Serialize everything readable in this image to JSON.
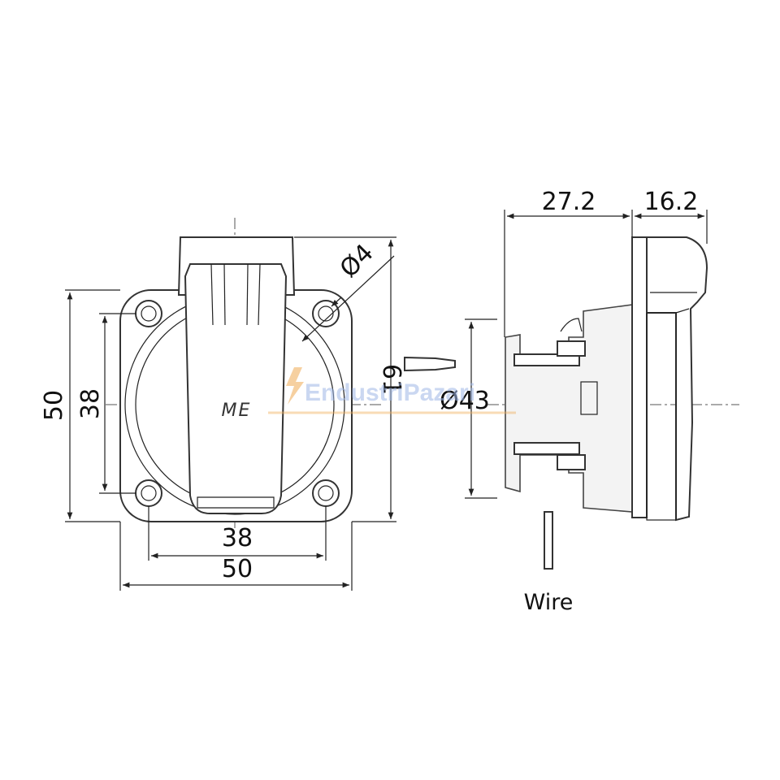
{
  "dimensions": {
    "front_height_outer": "50",
    "front_height_holes": "38",
    "front_width_holes": "38",
    "front_width_outer": "50",
    "overall_height": "61",
    "hole_diameter": "Ø4",
    "side_depth_body": "27.2",
    "side_depth_cover": "16.2",
    "mount_diameter": "Ø43"
  },
  "labels": {
    "wire": "Wire",
    "logo": "ME"
  },
  "watermark": {
    "text": "EndustriPazari"
  },
  "colors": {
    "line": "#222222",
    "background": "#ffffff",
    "watermark": "#9fb8e6",
    "watermark_accent": "#f0b060"
  }
}
